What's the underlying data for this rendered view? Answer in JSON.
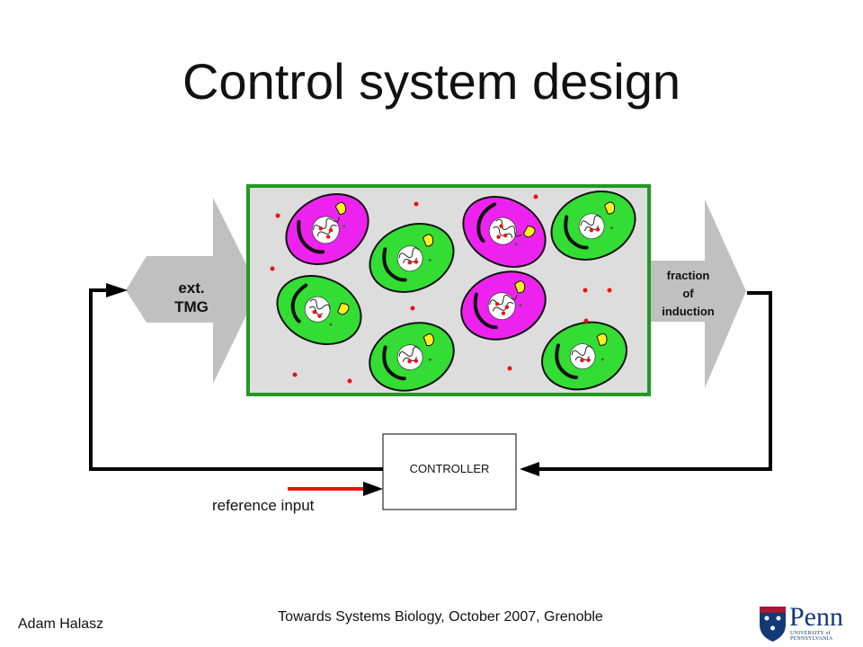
{
  "slide": {
    "title": "Control system design",
    "input_label_line1": "ext.",
    "input_label_line2": "TMG",
    "output_label_line1": "fraction",
    "output_label_line2": "of",
    "output_label_line3": "induction",
    "controller_label": "CONTROLLER",
    "reference_label": "reference input",
    "footer_author": "Adam Halasz",
    "footer_center": "Towards Systems Biology, October 2007, Grenoble",
    "logo_text": "Penn",
    "logo_subtext": "UNIVERSITY of PENNSYLVANIA"
  },
  "colors": {
    "induced_cell": "#ee22ee",
    "uninduced_cell": "#33dd33",
    "culture_border": "#229922",
    "culture_fill": "#dddddd",
    "molecule": "#ee1111",
    "arrow_fill": "#c0c0c0",
    "reference_arrow": "#ee1111",
    "logo_blue": "#143977",
    "logo_red": "#a71930"
  }
}
